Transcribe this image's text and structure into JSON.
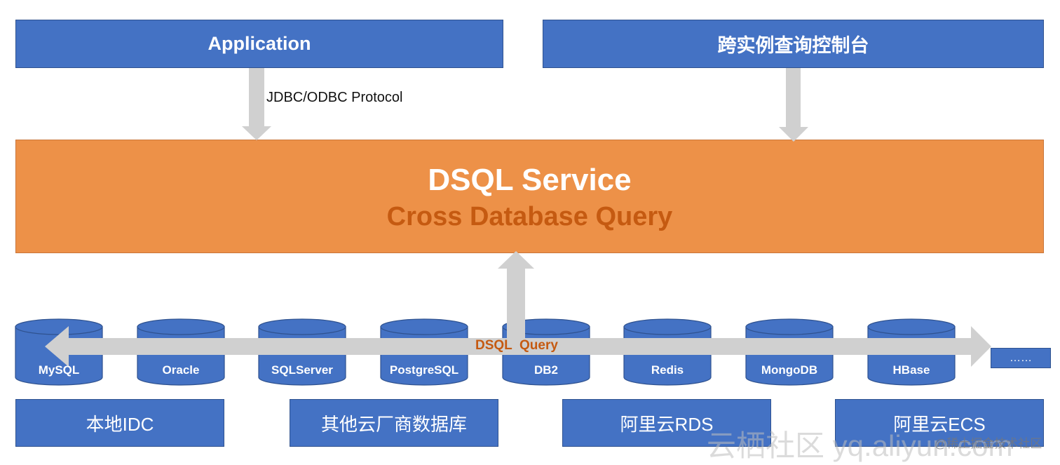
{
  "top": {
    "application": "Application",
    "console": "跨实例查询控制台",
    "protocol": "JDBC/ODBC Protocol"
  },
  "service": {
    "title": "DSQL Service",
    "subtitle": "Cross Database Query"
  },
  "databases": [
    "MySQL",
    "Oracle",
    "SQLServer",
    "PostgreSQL",
    "DB2",
    "Redis",
    "MongoDB",
    "HBase"
  ],
  "more": "……",
  "query_label": "DSQL  Query",
  "sources": {
    "local_idc": "本地IDC",
    "other_cloud": "其他云厂商数据库",
    "aliyun_rds": "阿里云RDS",
    "aliyun_ecs": "阿里云ECS"
  },
  "watermark": {
    "main": "云栖社区 yq.aliyun.com",
    "credit": "@稀土掘金技术社区"
  },
  "colors": {
    "box_blue": "#4472c4",
    "service_orange": "#ed9148",
    "accent_text": "#c55a11",
    "arrow_gray": "#d0d0d0"
  }
}
